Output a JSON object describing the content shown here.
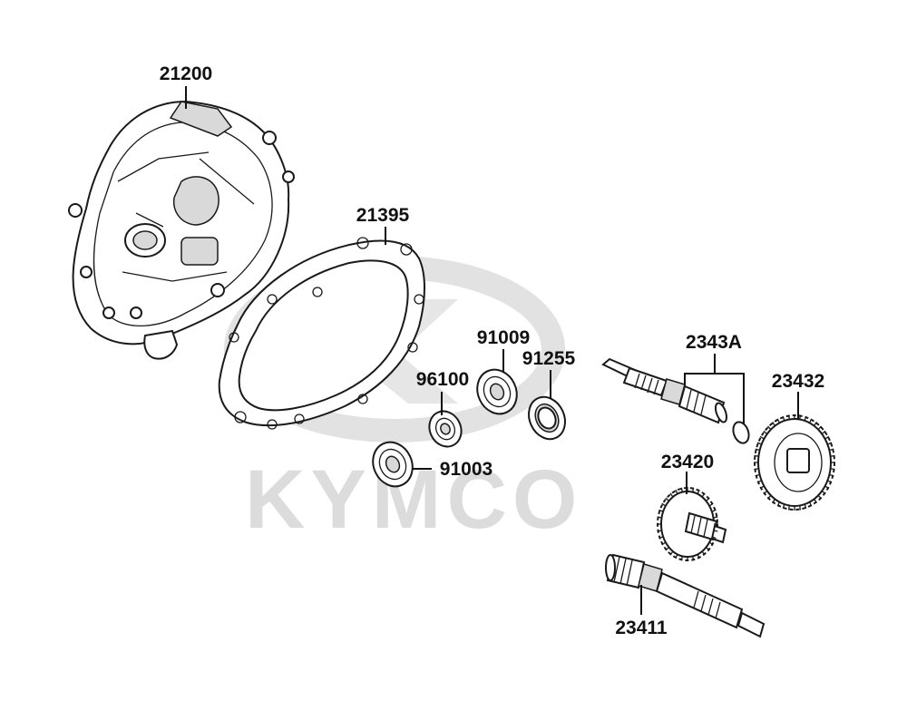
{
  "watermark": {
    "brand_text": "KYMCO",
    "logo_icon": "kymco-k-logo-watermark-icon"
  },
  "parts": {
    "p21200": "21200",
    "p21395": "21395",
    "p96100": "96100",
    "p91009": "91009",
    "p91255": "91255",
    "p91003": "91003",
    "p2343A": "2343A",
    "p23432": "23432",
    "p23420": "23420",
    "p23411": "23411"
  },
  "colors": {
    "line": "#111111",
    "watermark": "#dcdcdc"
  }
}
